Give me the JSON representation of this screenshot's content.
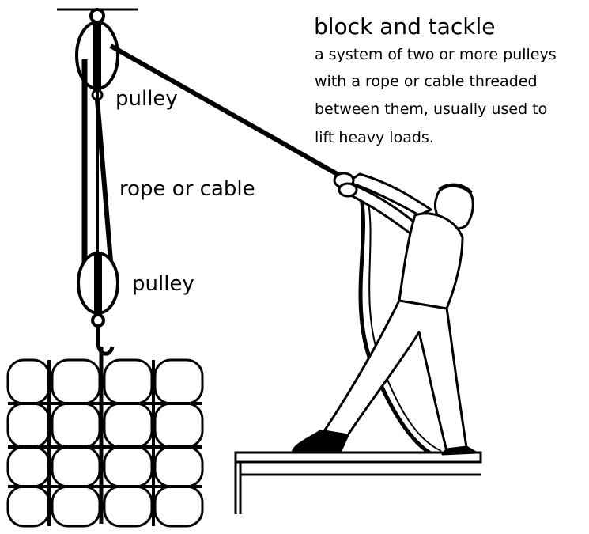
{
  "title": "block and tackle",
  "definition_lines": [
    "a system of two or more pulleys",
    "with a rope or cable threaded",
    "between them, usually used to",
    "lift heavy loads."
  ],
  "labels": {
    "top_pulley": "pulley",
    "rope": "rope or cable",
    "bottom_pulley": "pulley"
  },
  "colors": {
    "ink": "#000000",
    "background": "#ffffff"
  }
}
